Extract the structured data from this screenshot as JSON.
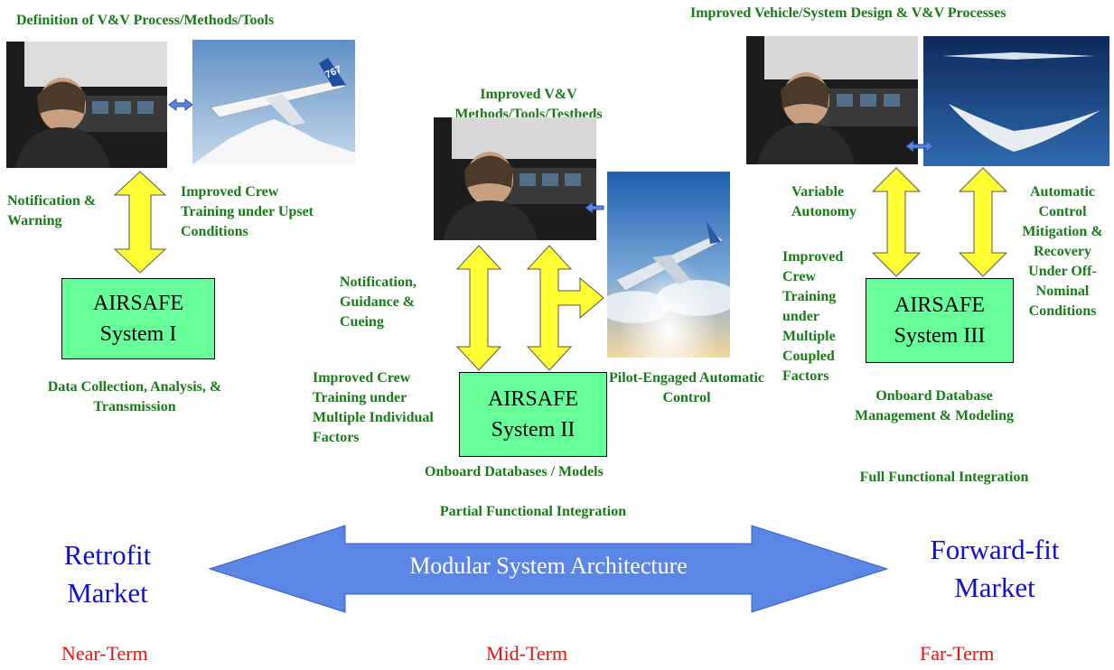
{
  "top_left_heading": "Definition of V&V Process/Methods/Tools",
  "top_right_heading": "Improved Vehicle/System Design & V&V Processes",
  "mid_heading": "Improved V&V Methods/Tools/Testbeds",
  "near_term": {
    "notification": "Notification & Warning",
    "training": "Improved Crew Training under Upset Conditions",
    "box_line1": "AIRSAFE",
    "box_line2": "System I",
    "data": "Data Collection, Analysis, & Transmission",
    "plane_tail_label": "767"
  },
  "mid_term": {
    "notification": "Notification, Guidance & Cueing",
    "training": "Improved Crew Training under Multiple Individual Factors",
    "box_line1": "AIRSAFE",
    "box_line2": "System II",
    "pilot_engaged": "Pilot-Engaged Automatic Control",
    "databases": "Onboard Databases / Models",
    "integration": "Partial Functional Integration"
  },
  "far_term": {
    "variable": "Variable Autonomy",
    "training": "Improved Crew Training under Multiple Coupled Factors",
    "automatic": "Automatic Control Mitigation & Recovery Under Off-Nominal Conditions",
    "box_line1": "AIRSAFE",
    "box_line2": "System III",
    "database": "Onboard Database Management & Modeling",
    "integration": "Full Functional Integration"
  },
  "arrow_label": "Modular System Architecture",
  "left_market": "Retrofit Market",
  "right_market": "Forward-fit Market",
  "terms": {
    "near": "Near-Term",
    "mid": "Mid-Term",
    "far": "Far-Term"
  },
  "colors": {
    "green_text": "#1a7a1a",
    "box_fill": "#66ff99",
    "yellow_arrow": "#ffff33",
    "blue_arrow": "#5b86e5",
    "market_blue": "#1010cc",
    "term_red": "#ee1111"
  }
}
